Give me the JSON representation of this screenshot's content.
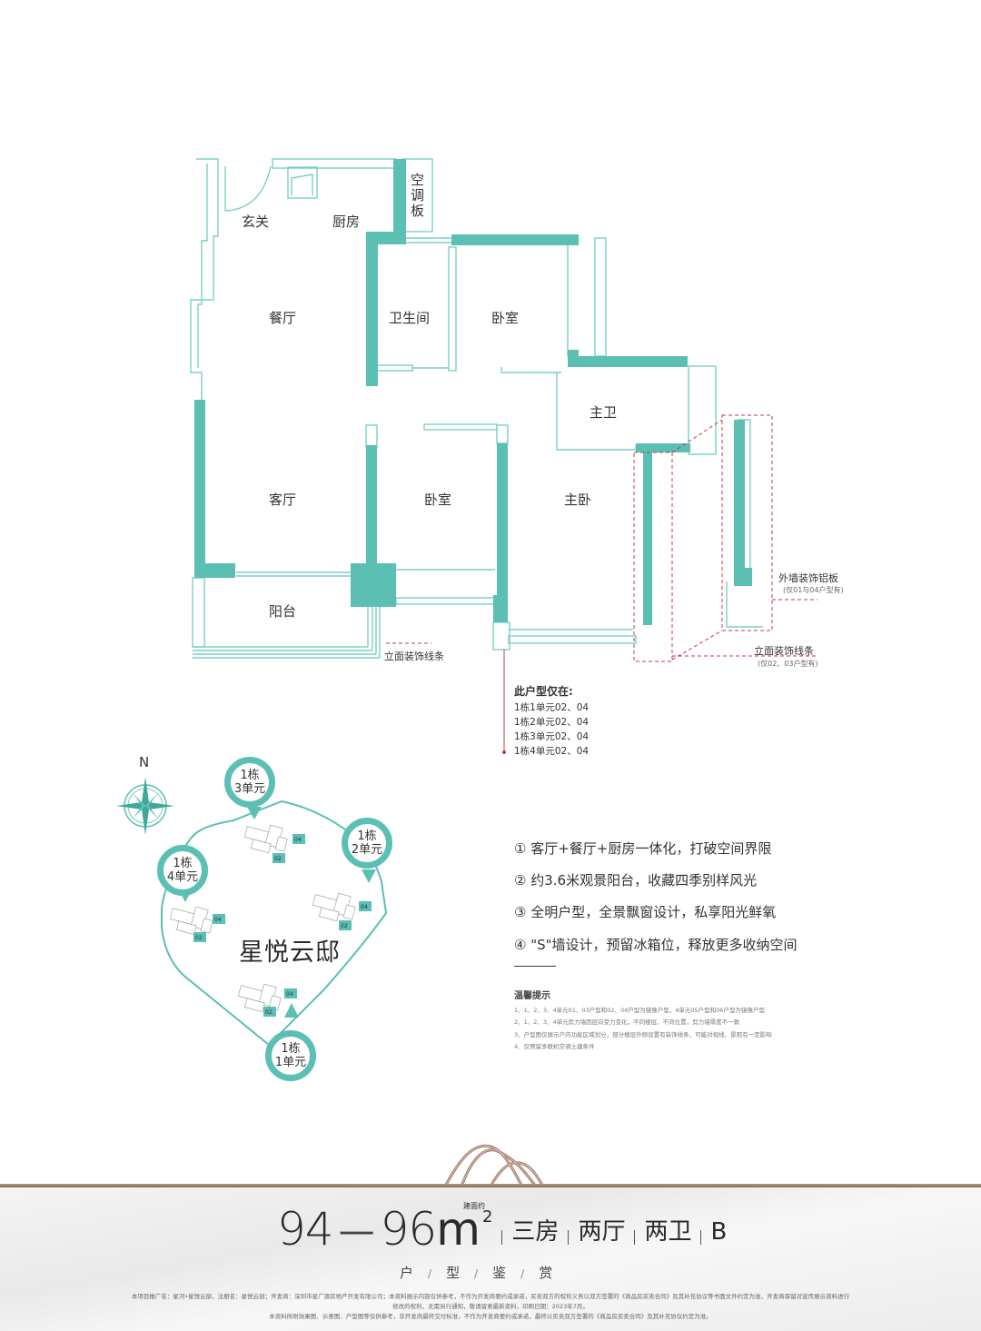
{
  "floorplan": {
    "rooms": {
      "entrance": "玄关",
      "kitchen": "厨房",
      "ac_panel": "空调板",
      "dining": "餐厅",
      "bathroom": "卫生间",
      "bedroom_north": "卧室",
      "master_bath": "主卫",
      "living": "客厅",
      "bedroom_south": "卧室",
      "master_bedroom": "主卧",
      "balcony": "阳台"
    },
    "annotations": {
      "facade_strip_left": "立面装饰线条",
      "aluminum_panel": "外墙装饰铝板",
      "aluminum_panel_note": "(仅01与04户型有)",
      "facade_strip_right": "立面装饰线条",
      "facade_strip_right_note": "(仅02、03户型有)"
    },
    "colors": {
      "wall": "#5bbfb4",
      "outline": "#7ccfc5",
      "callout": "#c0394a"
    }
  },
  "availability": {
    "title": "此户型仅在:",
    "units": [
      "1栋1单元02、04",
      "1栋2单元02、04",
      "1栋3单元02、04",
      "1栋4单元02、04"
    ]
  },
  "site_map": {
    "compass": "N",
    "project_name": "星悦云邸",
    "pins": [
      {
        "line1": "1栋",
        "line2": "3单元"
      },
      {
        "line1": "1栋",
        "line2": "2单元"
      },
      {
        "line1": "1栋",
        "line2": "4单元"
      },
      {
        "line1": "1栋",
        "line2": "1单元"
      }
    ],
    "unit_tags": [
      "02",
      "04"
    ]
  },
  "features": [
    "① 客厅+餐厅+厨房一体化，打破空间界限",
    "② 约3.6米观景阳台，收藏四季别样风光",
    "③ 全明户型，全景飘窗设计，私享阳光鲜氧",
    "④ \"S\"墙设计，预留冰箱位，释放更多收纳空间"
  ],
  "tips": {
    "title": "温馨提示",
    "items": [
      "1、1、2、3、4单元01、03户型和02、04户型为镜像户型，4单元05户型和06户型为镜像户型",
      "2、1、2、3、4单元剪力墙因层向受力变化，不同楼层、不同位置，剪力墙厚度不一致",
      "3、户型图仅展示户内功能区域划分，部分楼层外侧设置有装饰线条，可能对视线、景观有一定影响",
      "4、仅预留多联机空调土建条件"
    ]
  },
  "footer": {
    "area_from": "94",
    "area_dash": "—",
    "area_to": "96",
    "unit": "m",
    "unit_sup": "2",
    "area_tag": "建面约",
    "attributes": [
      "三房",
      "两厅",
      "两卫",
      "B"
    ],
    "subtitle": [
      "户",
      "型",
      "鉴",
      "赏"
    ],
    "subtitle_sep": "/",
    "disclaimer_lines": [
      "本项目推广名：星河•星悦云邸，注册名：星悦云邸；开发商：深圳市星广源房地产开发有限公司；本资料展示内容仅供参考，不作为开发商要约或承诺，买卖双方的权利义务以双方签署的《商品房买卖合同》及其补充协议等书面文件约定为准，开发商保留对宣传展示资料进行",
      "修改的权利，无需另行通知，敬请留意最新资料，印刷日期：2023年7月。",
      "本资料所附效果图、示意图、户型图等仅供参考，非开发商最终交付标准，不作为开发商要约或承诺，最终以买卖双方签署的《商品房买卖合同》及其补充协议约定为准。"
    ],
    "accent": "#a07a68"
  }
}
